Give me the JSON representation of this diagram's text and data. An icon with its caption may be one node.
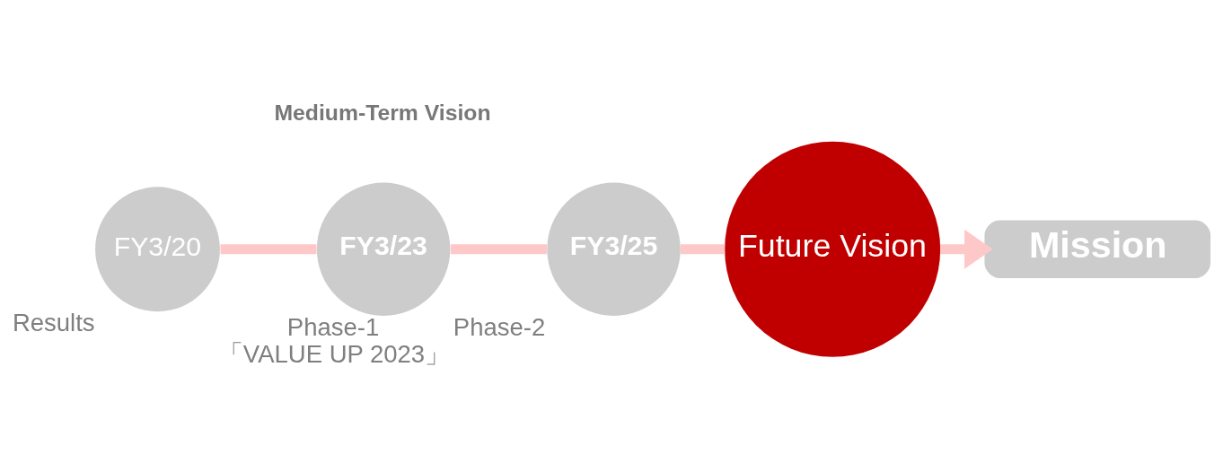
{
  "diagram": {
    "nodes": [
      {
        "text": [
          "FY3/20"
        ],
        "beside": [
          "Results"
        ]
      },
      {
        "text": [
          "FY3/23"
        ],
        "beside": [
          "Phase-1",
          "「VALUE UP 2023」"
        ]
      },
      {
        "text": [
          "FY3/25"
        ],
        "beside": [
          "Phase-2"
        ]
      },
      {
        "text": [
          "Future Vision"
        ]
      },
      {
        "text": [
          "Mission"
        ]
      }
    ],
    "edges": [
      {
        "from": 0,
        "to": 1,
        "arrow": "none"
      },
      {
        "from": 1,
        "to": 2,
        "arrow": "none"
      },
      {
        "from": 2,
        "to": 3,
        "arrow": "none"
      },
      {
        "from": 3,
        "to": 4,
        "arrow": "to"
      }
    ],
    "labels": [
      "Medium-Term Vision"
    ]
  }
}
